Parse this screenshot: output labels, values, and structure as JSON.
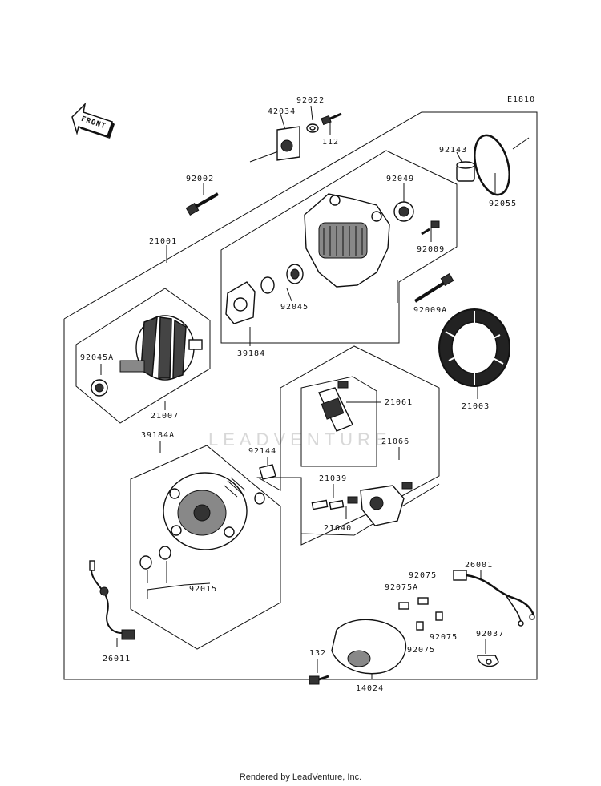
{
  "diagram_code": "E1810",
  "front_label": "FRONT",
  "watermark": "LEADVENTURE",
  "footer": "Rendered by LeadVenture, Inc.",
  "parts": {
    "p42034": "42034",
    "p92022": "92022",
    "p112": "112",
    "p92143": "92143",
    "p92055": "92055",
    "p92002": "92002",
    "p92049": "92049",
    "p21001": "21001",
    "p92009": "92009",
    "p92045": "92045",
    "p92009A": "92009A",
    "p39184": "39184",
    "p92045A": "92045A",
    "p21003": "21003",
    "p21007": "21007",
    "p21061": "21061",
    "p39184A": "39184A",
    "p92144": "92144",
    "p21066": "21066",
    "p21039": "21039",
    "p21040": "21040",
    "p92015": "92015",
    "p26001": "26001",
    "p92075a": "92075",
    "p92075A": "92075A",
    "p92075b": "92075",
    "p92075c": "92075",
    "p92037": "92037",
    "p132": "132",
    "p14024": "14024",
    "p26011": "26011"
  }
}
